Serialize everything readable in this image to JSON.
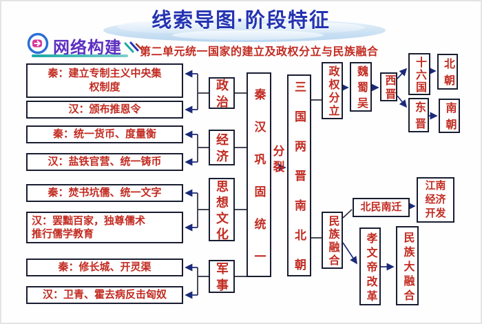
{
  "header": {
    "title": "线索导图·阶段特征",
    "badge": "网络构建",
    "subtitle": "第二单元统一国家的建立及政权分立与民族融合"
  },
  "sections": {
    "politics": {
      "category": "政治",
      "qin": "秦：建立专制主义中央集\n权制度",
      "han": "汉：颁布推恩令"
    },
    "economy": {
      "category": "经济",
      "qin": "秦：统一货币、度量衡",
      "han": "汉：盐铁官营、统一铸币"
    },
    "culture": {
      "category": "思想文化",
      "qin": "秦：焚书坑儒、统一文字",
      "han": "汉：罢黜百家，独尊儒术\n推行儒学教育"
    },
    "military": {
      "category": "军事",
      "qin": "秦：修长城、开灵渠",
      "han": "汉：卫青、霍去病反击匈奴"
    }
  },
  "trunk": {
    "qin_han": "秦汉巩固统一",
    "transition": "分裂",
    "period": "三国两晋南北朝"
  },
  "regime_division": {
    "label": "政权分立",
    "wei_shu_wu": "魏蜀吴",
    "western_jin": "西晋",
    "sixteen_kingdoms": "十六国",
    "northern_dynasties": "北朝",
    "eastern_jin": "东晋",
    "southern_dynasties": "南朝"
  },
  "ethnic_fusion": {
    "label": "民族融合",
    "north_migration": "北民南迁",
    "jiangnan_economy": "江南\n经济\n开发",
    "xiaowen_reform": "孝文帝改革",
    "great_fusion": "民族大融合"
  },
  "colors": {
    "title_blue": "#2433b2",
    "text_red": "#c22b21",
    "badge_purple": "#5d2fc0",
    "underline_teal": "#19a8a4",
    "box_border": "#181c30",
    "arrow_navy": "#1c2a7a",
    "cloud_blue": "#b9d6ef"
  }
}
